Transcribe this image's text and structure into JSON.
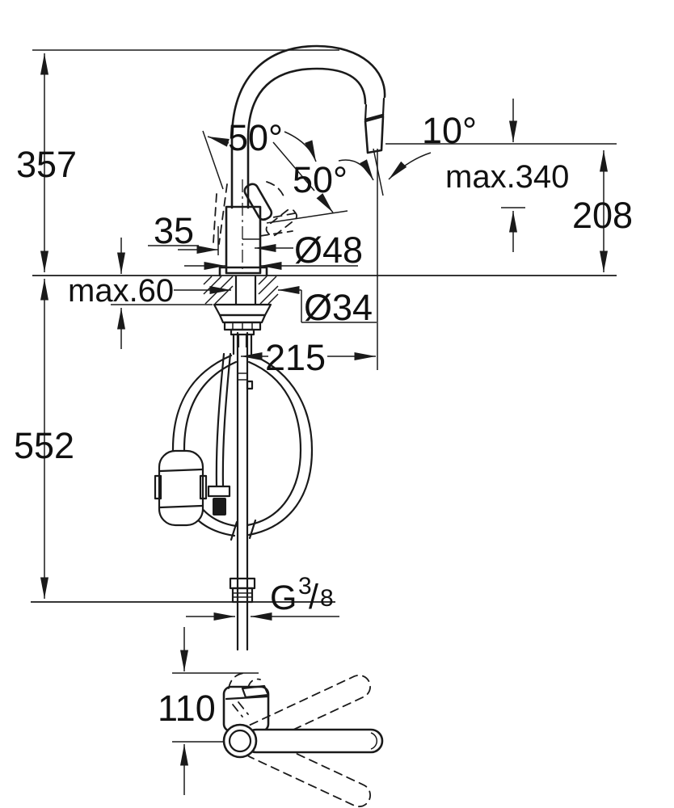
{
  "drawing": {
    "dimensions": {
      "spout_height": "357",
      "under_counter_depth": "552",
      "swivel_angle_left": "50°",
      "swivel_angle_right": "50°",
      "head_tilt_angle": "10°",
      "pullout_max": "max.340",
      "outlet_to_deck": "208",
      "body_offset": "35",
      "body_diameter": "Ø48",
      "deck_thickness_max": "max.60",
      "hole_diameter": "Ø34",
      "spout_reach": "215",
      "thread_letter": "G",
      "thread_numerator": "3",
      "thread_slash": "/",
      "thread_denominator": "8",
      "handle_length": "110"
    },
    "colors": {
      "line": "#1a1a1a",
      "background": "#ffffff"
    }
  }
}
